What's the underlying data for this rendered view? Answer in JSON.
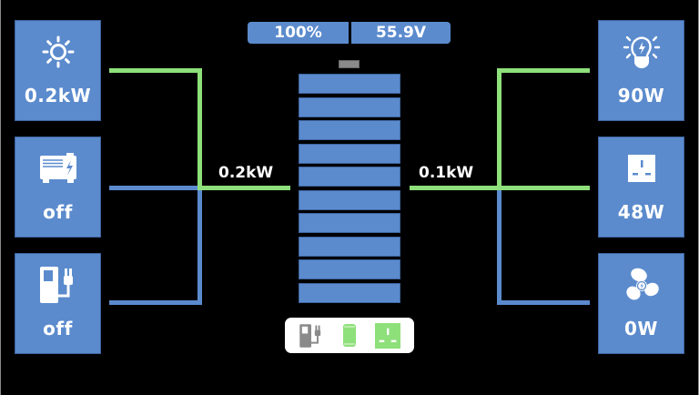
{
  "header": {
    "battery_percent": "100%",
    "battery_voltage": "55.9V"
  },
  "battery": {
    "soc_percent": 100,
    "cell_count": 10,
    "filled_cells": 10
  },
  "sources": [
    {
      "id": "solar",
      "icon": "sun-icon",
      "value": "0.2kW",
      "active": true
    },
    {
      "id": "generator",
      "icon": "generator-icon",
      "value": "off",
      "active": false
    },
    {
      "id": "grid-charger",
      "icon": "ev-charger-icon",
      "value": "off",
      "active": false
    }
  ],
  "loads": [
    {
      "id": "lighting",
      "icon": "lightbulb-icon",
      "value": "90W",
      "active": true
    },
    {
      "id": "sockets",
      "icon": "power-socket-icon",
      "value": "48W",
      "active": true
    },
    {
      "id": "fan",
      "icon": "fan-icon",
      "value": "0W",
      "active": false
    }
  ],
  "flows": {
    "input_power": "0.2kW",
    "output_power": "0.1kW"
  },
  "status_icons": [
    {
      "name": "ev-charger-icon",
      "state": "inactive"
    },
    {
      "name": "phone-battery-icon",
      "state": "active"
    },
    {
      "name": "power-socket-icon",
      "state": "active"
    }
  ],
  "colors": {
    "tile": "#5b8bcd",
    "active_flow": "#8ee07a",
    "inactive_flow": "#5b8bcd",
    "inactive_icon": "#8a8a8a"
  }
}
